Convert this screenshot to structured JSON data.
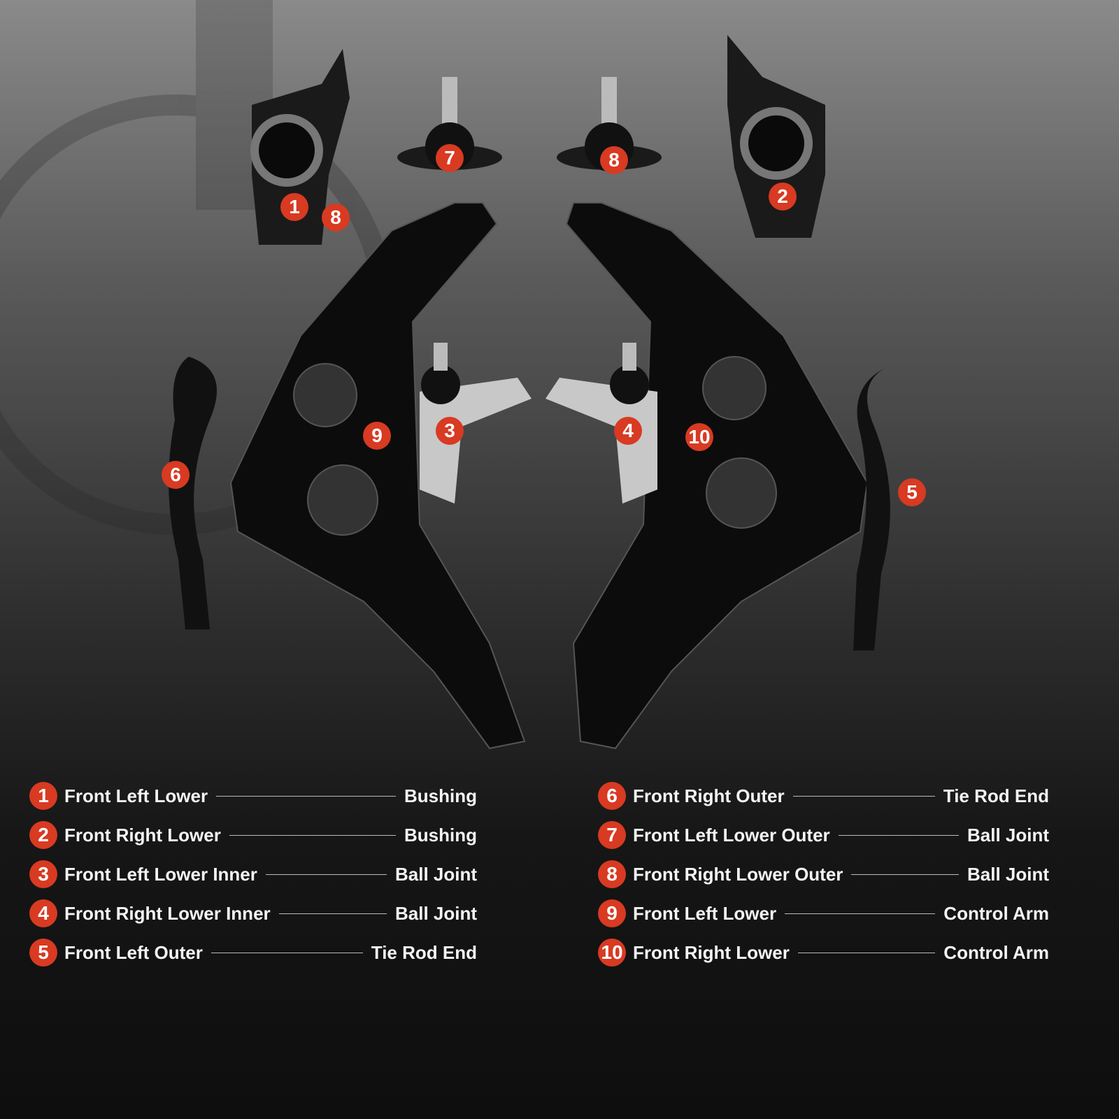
{
  "colors": {
    "badge": "#d83a22",
    "text": "#f4f4f4"
  },
  "image_badges": [
    "1",
    "8",
    "7",
    "8",
    "2",
    "9",
    "3",
    "4",
    "10",
    "6",
    "5"
  ],
  "legend": [
    {
      "num": "1",
      "name": "Front Left Lower",
      "type": "Bushing"
    },
    {
      "num": "2",
      "name": "Front Right Lower",
      "type": "Bushing"
    },
    {
      "num": "3",
      "name": "Front Left Lower Inner",
      "type": "Ball Joint"
    },
    {
      "num": "4",
      "name": "Front Right Lower Inner",
      "type": "Ball Joint"
    },
    {
      "num": "5",
      "name": "Front Left Outer",
      "type": "Tie Rod End"
    },
    {
      "num": "6",
      "name": "Front Right Outer",
      "type": "Tie Rod End"
    },
    {
      "num": "7",
      "name": "Front Left Lower Outer",
      "type": "Ball Joint"
    },
    {
      "num": "8",
      "name": "Front Right Lower Outer",
      "type": "Ball Joint"
    },
    {
      "num": "9",
      "name": "Front Left Lower",
      "type": "Control Arm"
    },
    {
      "num": "10",
      "name": "Front Right Lower",
      "type": "Control Arm"
    }
  ]
}
